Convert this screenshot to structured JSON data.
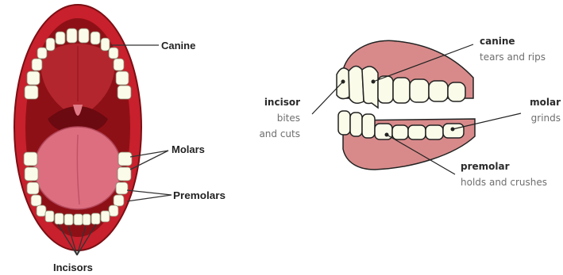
{
  "mouth_labels": {
    "canine": "Canine",
    "molars": "Molars",
    "premolars": "Premolars",
    "incisors": "Incisors"
  },
  "side_labels": {
    "canine": {
      "title": "canine",
      "desc": [
        "tears and rips"
      ]
    },
    "incisor": {
      "title": "incisor",
      "desc": [
        "bites",
        "and cuts"
      ]
    },
    "molar": {
      "title": "molar",
      "desc": [
        "grinds"
      ]
    },
    "premolar": {
      "title": "premolar",
      "desc": [
        "holds and crushes"
      ]
    }
  },
  "colors": {
    "lip": "#c8202c",
    "mouth_inner": "#8e1017",
    "tongue": "#dc6e80",
    "gum": "#d88a8a",
    "tooth": "#fbfbe9",
    "outline": "#222222"
  }
}
